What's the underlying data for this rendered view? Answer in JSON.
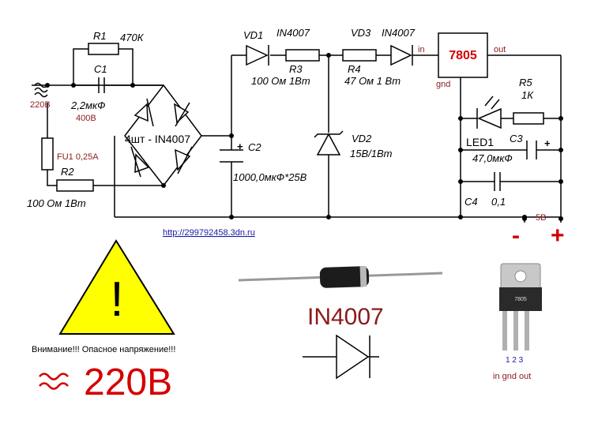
{
  "circuit": {
    "r1": {
      "ref": "R1",
      "value": "470К"
    },
    "c1": {
      "ref": "C1",
      "value": "2,2мкФ",
      "voltage": "400В"
    },
    "mains": {
      "label": "220В"
    },
    "fuse": {
      "label": "FU1 0,25А"
    },
    "r2": {
      "ref": "R2",
      "value": "100 Ом 1Вт"
    },
    "bridge": {
      "label": "4шт - IN4007"
    },
    "c2": {
      "ref": "C2",
      "value": "1000,0мкФ*25В",
      "polarity": "+"
    },
    "vd1": {
      "ref": "VD1",
      "part": "IN4007"
    },
    "r3": {
      "ref": "R3",
      "value": "100 Ом 1Вт"
    },
    "vd2": {
      "ref": "VD2",
      "value": "15В/1Вт"
    },
    "r4": {
      "ref": "R4",
      "value": "47 Ом 1 Вт"
    },
    "vd3": {
      "ref": "VD3",
      "part": "IN4007"
    },
    "reg": {
      "label": "7805",
      "in": "in",
      "out": "out",
      "gnd": "gnd"
    },
    "r5": {
      "ref": "R5",
      "value": "1К"
    },
    "led1": {
      "ref": "LED1"
    },
    "c3": {
      "ref": "C3",
      "value": "47,0мкФ",
      "polarity": "+"
    },
    "c4": {
      "ref": "C4",
      "value": "0,1"
    },
    "output": {
      "voltage": "5В",
      "minus": "-",
      "plus": "+"
    },
    "url": "http://299792458.3dn.ru"
  },
  "warning": {
    "mark": "!",
    "text": "Внимание!!! Опасное напряжение!!!",
    "voltage": "220В",
    "fill_color": "#ffff00"
  },
  "diode_part": {
    "label": "IN4007"
  },
  "regulator_package": {
    "marking": "7805",
    "pin_numbers": "1 2 3",
    "pin_names": "in gnd out"
  },
  "colors": {
    "accent_red": "#d40000",
    "dark_red": "#8b1a1a",
    "link_blue": "#1a1aa0"
  }
}
